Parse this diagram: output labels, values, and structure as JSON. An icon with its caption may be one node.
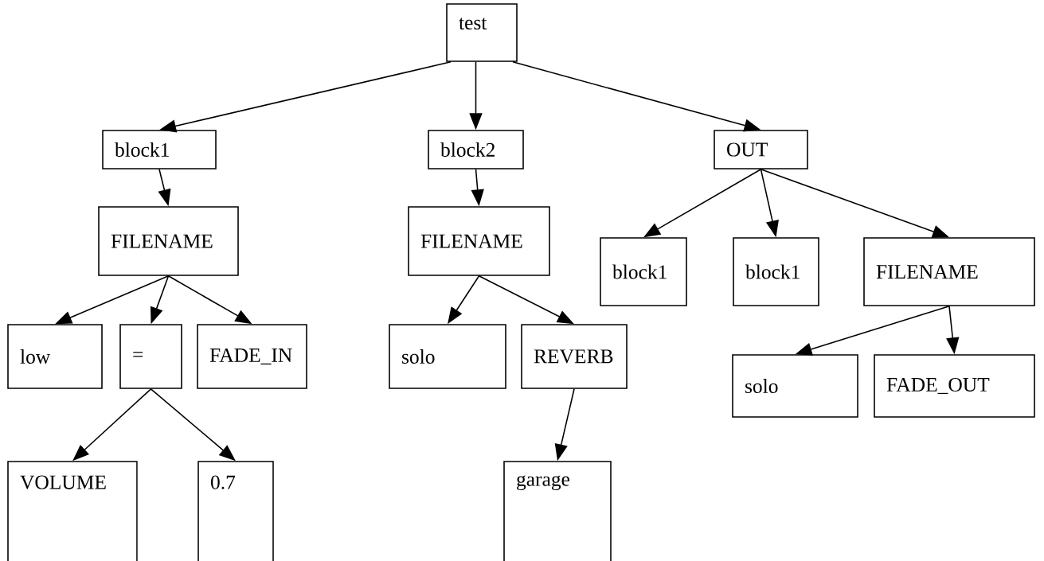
{
  "diagram": {
    "nodes": [
      {
        "text": [
          "test"
        ]
      },
      {
        "text": [
          "block1"
        ]
      },
      {
        "text": [
          "block2"
        ]
      },
      {
        "text": [
          "OUT"
        ]
      },
      {
        "text": [
          "FILENAME"
        ]
      },
      {
        "text": [
          "FILENAME"
        ]
      },
      {
        "text": [
          "block1"
        ]
      },
      {
        "text": [
          "block1"
        ]
      },
      {
        "text": [
          "FILENAME"
        ]
      },
      {
        "text": [
          "low"
        ]
      },
      {
        "text": [
          "="
        ]
      },
      {
        "text": [
          "FADE_IN"
        ]
      },
      {
        "text": [
          "solo"
        ]
      },
      {
        "text": [
          "REVERB"
        ]
      },
      {
        "text": [
          "solo"
        ]
      },
      {
        "text": [
          "FADE_OUT"
        ]
      },
      {
        "text": [
          "VOLUME"
        ]
      },
      {
        "text": [
          "0.7"
        ]
      },
      {
        "text": [
          "garage"
        ]
      }
    ],
    "edges": [
      {
        "from": 0,
        "to": 1,
        "arrow": "to"
      },
      {
        "from": 0,
        "to": 2,
        "arrow": "to"
      },
      {
        "from": 0,
        "to": 3,
        "arrow": "to"
      },
      {
        "from": 1,
        "to": 4,
        "arrow": "to"
      },
      {
        "from": 2,
        "to": 5,
        "arrow": "to"
      },
      {
        "from": 3,
        "to": 6,
        "arrow": "to"
      },
      {
        "from": 3,
        "to": 7,
        "arrow": "to"
      },
      {
        "from": 3,
        "to": 8,
        "arrow": "to"
      },
      {
        "from": 4,
        "to": 9,
        "arrow": "to"
      },
      {
        "from": 4,
        "to": 10,
        "arrow": "to"
      },
      {
        "from": 4,
        "to": 11,
        "arrow": "to"
      },
      {
        "from": 5,
        "to": 12,
        "arrow": "to"
      },
      {
        "from": 5,
        "to": 13,
        "arrow": "to"
      },
      {
        "from": 8,
        "to": 14,
        "arrow": "to"
      },
      {
        "from": 8,
        "to": 15,
        "arrow": "to"
      },
      {
        "from": 10,
        "to": 16,
        "arrow": "to"
      },
      {
        "from": 10,
        "to": 17,
        "arrow": "to"
      },
      {
        "from": 13,
        "to": 18,
        "arrow": "to"
      }
    ]
  }
}
